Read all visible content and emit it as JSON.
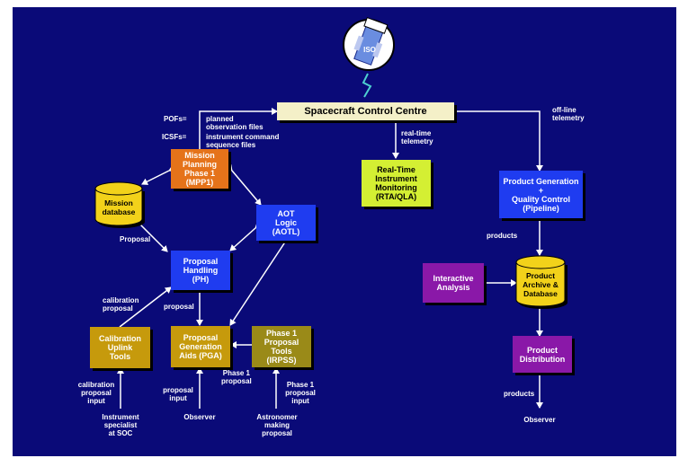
{
  "satellite": {
    "label": "ISO"
  },
  "control_centre": {
    "label": "Spacecraft Control Centre"
  },
  "definitions": {
    "pofs_abbr": "POFs=",
    "pofs_text": "planned\nobservation files",
    "icsfs_abbr": "ICSFs=",
    "icsfs_text": "instrument command\nsequence files"
  },
  "nodes": {
    "mpp1": "Mission\nPlanning\nPhase 1\n(MPP1)",
    "mission_db": "Mission\ndatabase",
    "aotl": "AOT\nLogic\n(AOTL)",
    "ph": "Proposal\nHandling\n(PH)",
    "cal_uplink": "Calibration\nUplink\nTools",
    "pga": "Proposal\nGeneration\nAids (PGA)",
    "irpss": "Phase 1\nProposal\nTools\n(IRPSS)",
    "rta": "Real-Time\nInstrument\nMonitoring\n(RTA/QLA)",
    "pipeline": "Product Generation\n+\nQuality Control\n(Pipeline)",
    "archive": "Product\nArchive &\nDatabase",
    "interactive": "Interactive\nAnalysis",
    "distribution": "Product\nDistribution"
  },
  "labels": {
    "proposal_left": "Proposal",
    "calibration_proposal": "calibration\nproposal",
    "proposal_mid": "proposal",
    "phase1_proposal": "Phase 1\nproposal",
    "cal_proposal_input": "calibration\nproposal\ninput",
    "instrument_specialist": "Instrument\nspecialist\nat SOC",
    "proposal_input": "proposal\ninput",
    "observer_left": "Observer",
    "phase1_proposal_input": "Phase 1\nproposal\ninput",
    "astronomer": "Astronomer\nmaking\nproposal",
    "realtime_telemetry": "real-time\ntelemetry",
    "offline_telemetry": "off-line\ntelemetry",
    "products_1": "products",
    "products_2": "products",
    "observer_right": "Observer"
  },
  "colors": {
    "background": "#0a0a78",
    "blue_box": "#1f3cf0",
    "orange_box": "#e5731a",
    "gold_box": "#c69a0c",
    "olive_box": "#9a8a18",
    "purple_box": "#8a18a8",
    "lime_box": "#d4ef33",
    "cylinder": "#f2d21a",
    "arrow": "#ffffff"
  }
}
